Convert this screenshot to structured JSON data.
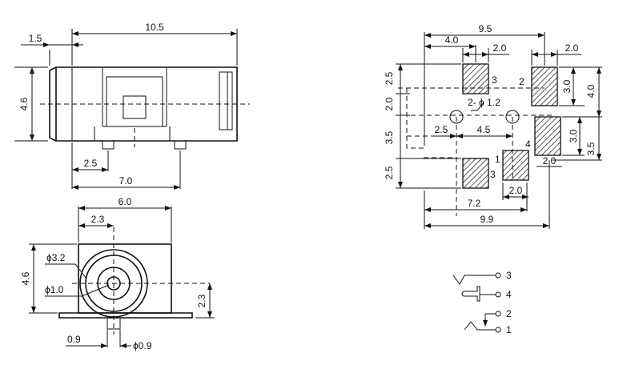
{
  "side_view": {
    "dims": {
      "length_total": "10.5",
      "offset_left": "1.5",
      "height": "4.6",
      "pin_offset": "2.5",
      "pin_span": "7.0"
    }
  },
  "front_view": {
    "dims": {
      "width": "6.0",
      "center_offset": "2.3",
      "height": "4.6",
      "outer_diameter": "ϕ3.2",
      "inner_diameter": "ϕ1.0",
      "center_height": "2.3",
      "pin_width": "0.9",
      "pin_diameter": "ϕ0.9"
    }
  },
  "footprint": {
    "dims": {
      "total_width_top": "9.5",
      "left_offset": "4.0",
      "pad_width_a": "2.0",
      "pad_width_b": "2.0",
      "top_pad_height": "2.5",
      "hole_gap": "2.0",
      "lower_height": "3.5",
      "bottom_pad_height": "2.5",
      "right_pad_height_a": "3.0",
      "right_height": "4.0",
      "right_pad_height_b": "3.0",
      "right_lower_height": "3.5",
      "holes": "2- ϕ 1.2",
      "hole_offset": "2.5",
      "hole_spacing": "4.5",
      "pad_width_c": "2.0",
      "pad_width_d": "2.0",
      "span_inner": "7.2",
      "span_total": "9.9"
    },
    "pins": {
      "p1": "1",
      "p2": "2",
      "p3_top": "3",
      "p3_bottom": "3",
      "p4": "4"
    }
  },
  "schematic": {
    "pins": [
      "3",
      "4",
      "2",
      "1"
    ]
  }
}
